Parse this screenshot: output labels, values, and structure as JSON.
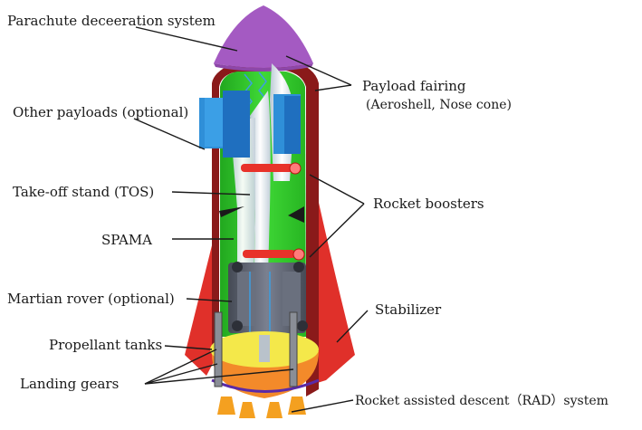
{
  "labels": {
    "parachute": "Parachute deceeration system",
    "fairing_line1": "Payload fairing",
    "fairing_line2": "(Aeroshell, Nose cone)",
    "other_payloads": "Other payloads (optional)",
    "takeoff_stand": "Take-off stand (TOS)",
    "rocket_boosters": "Rocket boosters",
    "spama": "SPAMA",
    "rover": "Martian rover (optional)",
    "stabilizer": "Stabilizer",
    "propellant": "Propellant tanks",
    "landing_gears": "Landing gears",
    "rad": "Rocket assisted descent（RAD）system"
  },
  "colors": {
    "nose_cone": "#a45ac2",
    "body": "#2fc72a",
    "fairing": "#8a1a1a",
    "stabilizer": "#e0302a",
    "payload": "#2f8fd8",
    "stand": "#dce6ee",
    "booster": "#e8322a",
    "rover": "#5f6470",
    "propellant_top": "#f4e84a",
    "propellant_bottom": "#f38a2a",
    "nozzle": "#f4a020"
  }
}
